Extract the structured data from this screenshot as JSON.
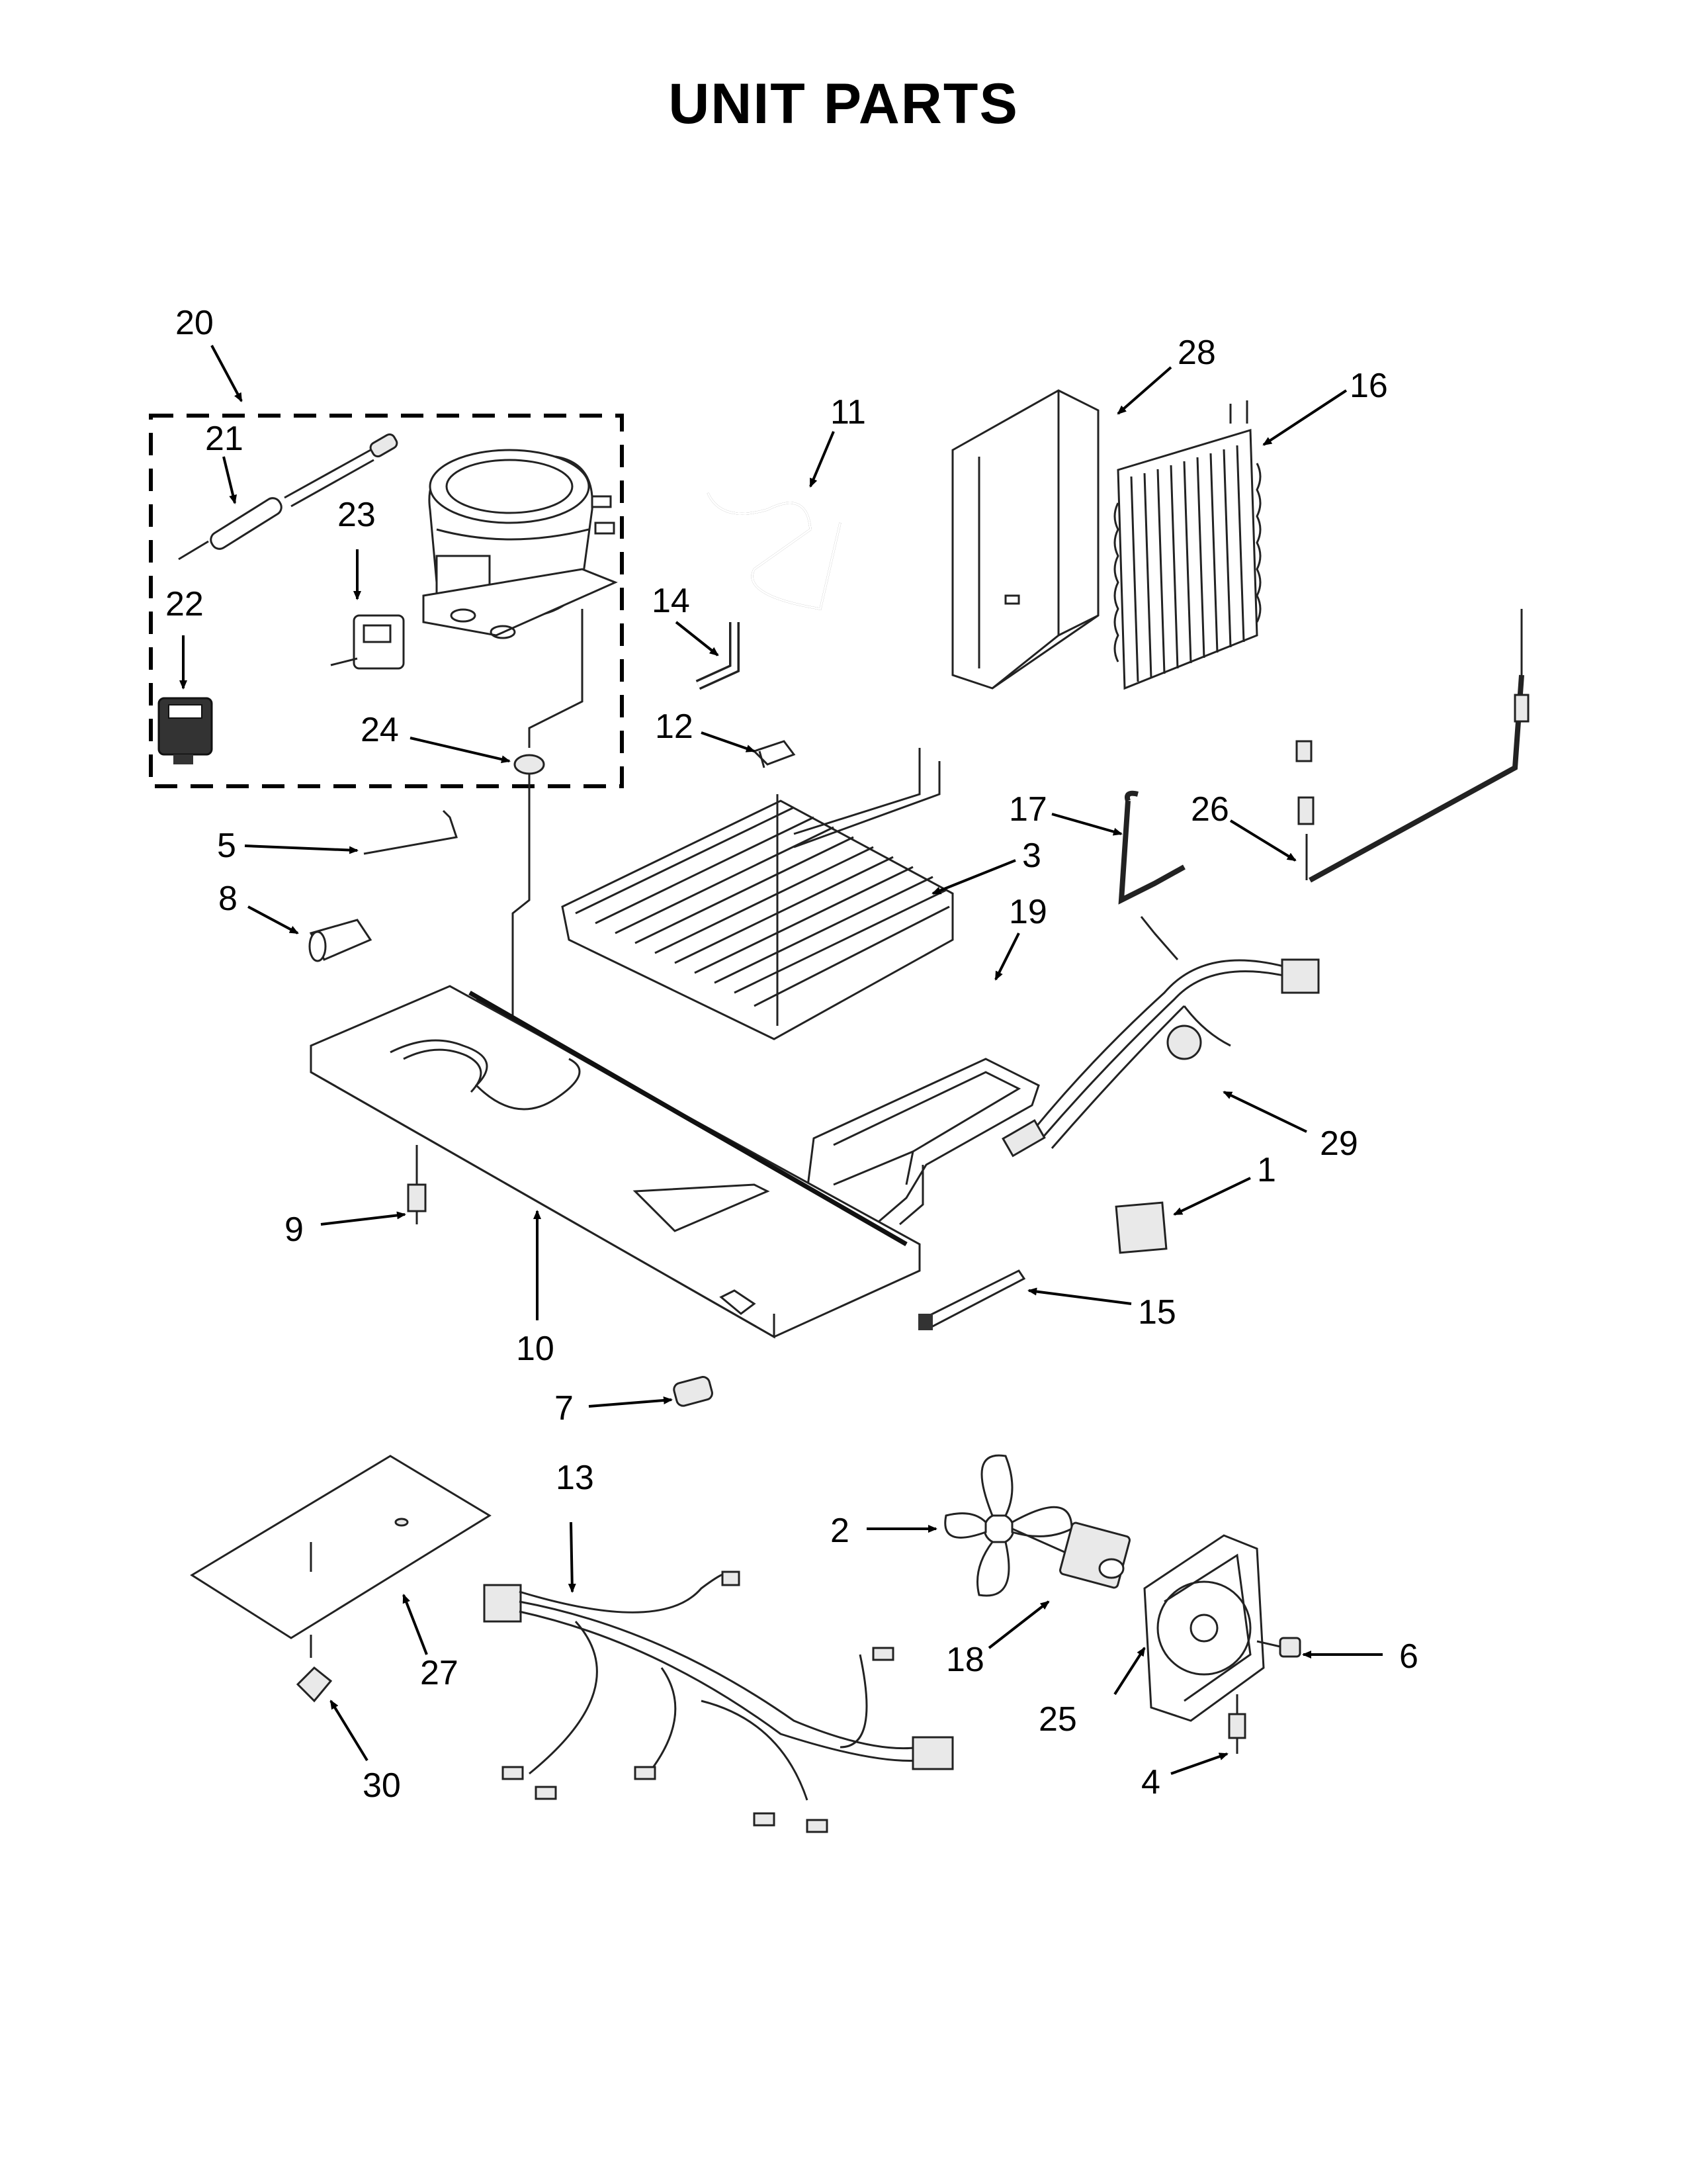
{
  "title": "UNIT PARTS",
  "callouts": {
    "c1": "1",
    "c2": "2",
    "c3": "3",
    "c4": "4",
    "c5": "5",
    "c6": "6",
    "c7": "7",
    "c8": "8",
    "c9": "9",
    "c10": "10",
    "c11": "11",
    "c12": "12",
    "c13": "13",
    "c14": "14",
    "c15": "15",
    "c16": "16",
    "c17": "17",
    "c18": "18",
    "c19": "19",
    "c20": "20",
    "c21": "21",
    "c22": "22",
    "c23": "23",
    "c24": "24",
    "c25": "25",
    "c26": "26",
    "c27": "27",
    "c28": "28",
    "c29": "29",
    "c30": "30"
  }
}
